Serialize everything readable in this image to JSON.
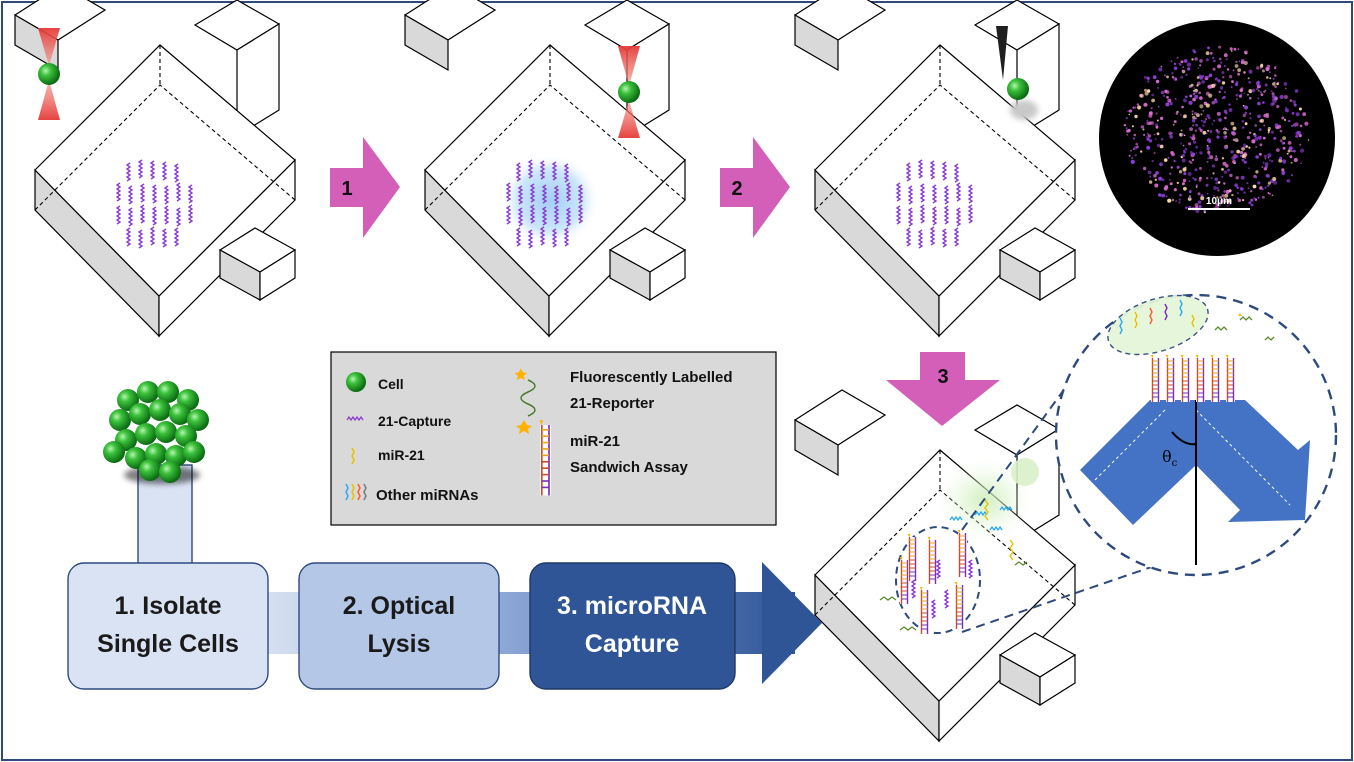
{
  "arrows": {
    "step1": "1",
    "step2": "2",
    "step3": "3"
  },
  "legend": {
    "cell": "Cell",
    "capture": "21-Capture",
    "mir21": "miR-21",
    "other": "Other miRNAs",
    "reporter_line1": "Fluorescently Labelled",
    "reporter_line2": "21-Reporter",
    "sandwich_line1": "miR-21",
    "sandwich_line2": "Sandwich Assay"
  },
  "flow": {
    "box1_line1": "1. Isolate",
    "box1_line2": "Single Cells",
    "box2_line1": "2. Optical",
    "box2_line2": "Lysis",
    "box3_line1": "3. microRNA",
    "box3_line2": "Capture"
  },
  "micrograph": {
    "scale_bar": "10μm"
  },
  "inset": {
    "angle_symbol": "θ",
    "angle_sub": "c"
  },
  "colors": {
    "frame": "#2e4a7d",
    "arrow_pink": "#d45fb8",
    "legend_bg": "#d9d9d9",
    "box1": "#dae3f3",
    "box2": "#b4c7e7",
    "box3": "#2f5597",
    "prism_blue": "#4472c4",
    "cell_green": "#2fa82f",
    "capture_purple": "#8a3ccf"
  }
}
